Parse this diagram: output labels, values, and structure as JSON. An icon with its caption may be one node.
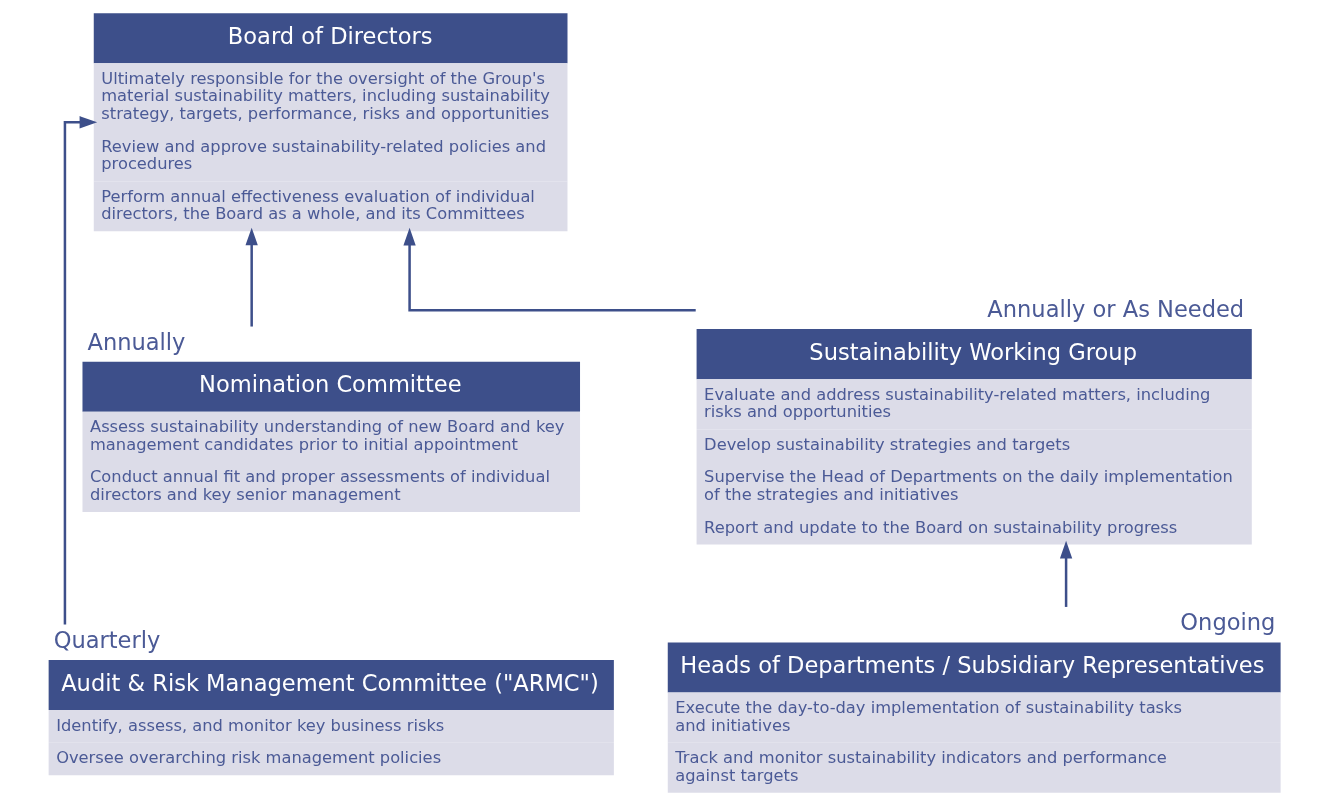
{
  "diagram": {
    "nodes": [
      {
        "text": [
          "Board of Directors",
          "Ultimately responsible for the oversight of the Group's material sustainability matters, including sustainability strategy, targets, performance, risks and opportunities",
          "Review and approve sustainability-related policies and procedures",
          "Perform annual effectiveness evaluation of individual directors, the Board as a whole, and its Committees"
        ]
      },
      {
        "text": [
          "Nomination Committee",
          "Assess sustainability understanding of new Board and key management candidates prior to initial appointment",
          "Conduct annual fit and proper assessments of individual directors and key senior management"
        ],
        "beside": [
          "Annually"
        ]
      },
      {
        "text": [
          "Sustainability Working Group",
          "Evaluate and address sustainability-related matters, including risks and opportunities",
          "Develop sustainability strategies and targets",
          "Supervise the Head of Departments on the daily implementation of the strategies and initiatives",
          "Report and update to the Board on sustainability progress"
        ],
        "beside": [
          "Annually or As Needed"
        ]
      },
      {
        "text": [
          "Audit & Risk Management Committee (\"ARMC\")",
          "Identify, assess, and monitor key business risks",
          "Oversee overarching risk management policies"
        ],
        "beside": [
          "Quarterly"
        ]
      },
      {
        "text": [
          "Heads of Departments / Subsidiary Representatives",
          "Execute the day-to-day implementation of sustainability tasks and initiatives",
          "Track and monitor sustainability indicators and performance against targets"
        ],
        "beside": [
          "Ongoing"
        ]
      }
    ],
    "edges": [
      {
        "from": 1,
        "to": 0,
        "arrow": "to"
      },
      {
        "from": 2,
        "to": 0,
        "arrow": "to"
      },
      {
        "from": 3,
        "to": 0,
        "arrow": "to"
      },
      {
        "from": 4,
        "to": 2,
        "arrow": "to"
      }
    ]
  }
}
